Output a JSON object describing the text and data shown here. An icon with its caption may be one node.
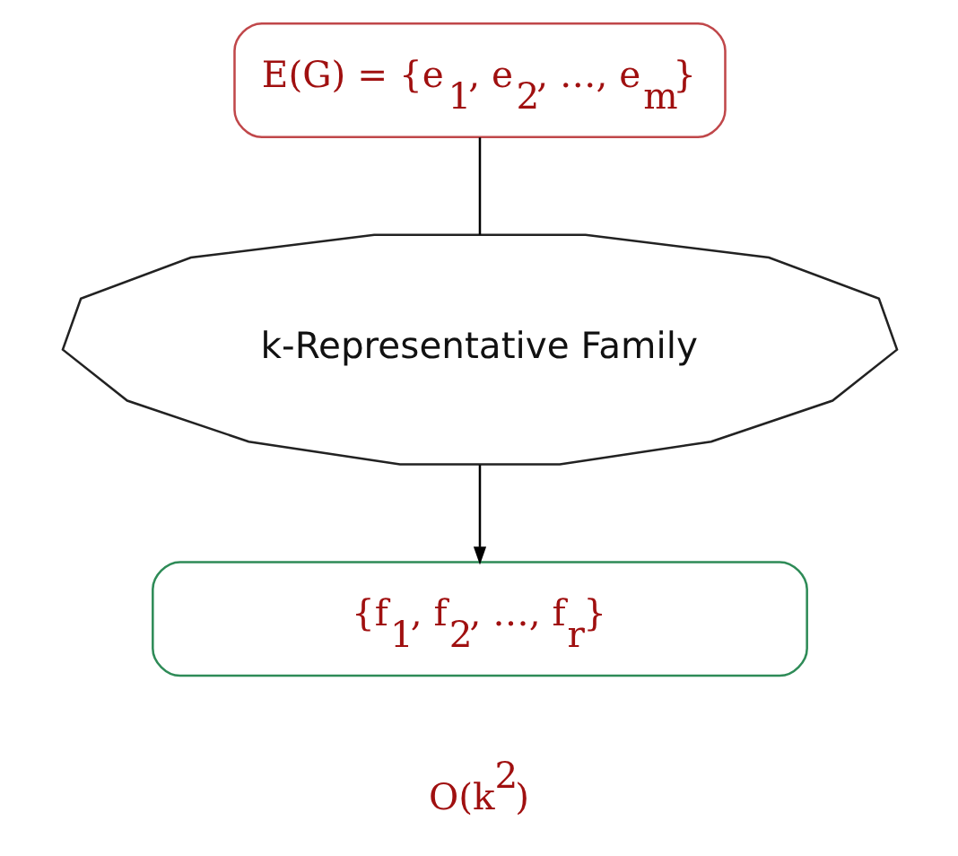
{
  "diagram": {
    "nodes": [
      {
        "text": [
          "E(G) = {e$_{1}$, e$_{2}$, …, e$_{m}$}"
        ]
      },
      {
        "text": [
          "k-Representative Family"
        ]
      },
      {
        "text": [
          "{f$_{1}$, f$_{2}$, …, f$_{r}$}"
        ],
        "beside": [
          "O(k$^{2}$)"
        ]
      }
    ],
    "edges": [
      {
        "from": 0,
        "to": 1,
        "arrow": "none"
      },
      {
        "from": 1,
        "to": 2,
        "arrow": "to"
      }
    ]
  }
}
